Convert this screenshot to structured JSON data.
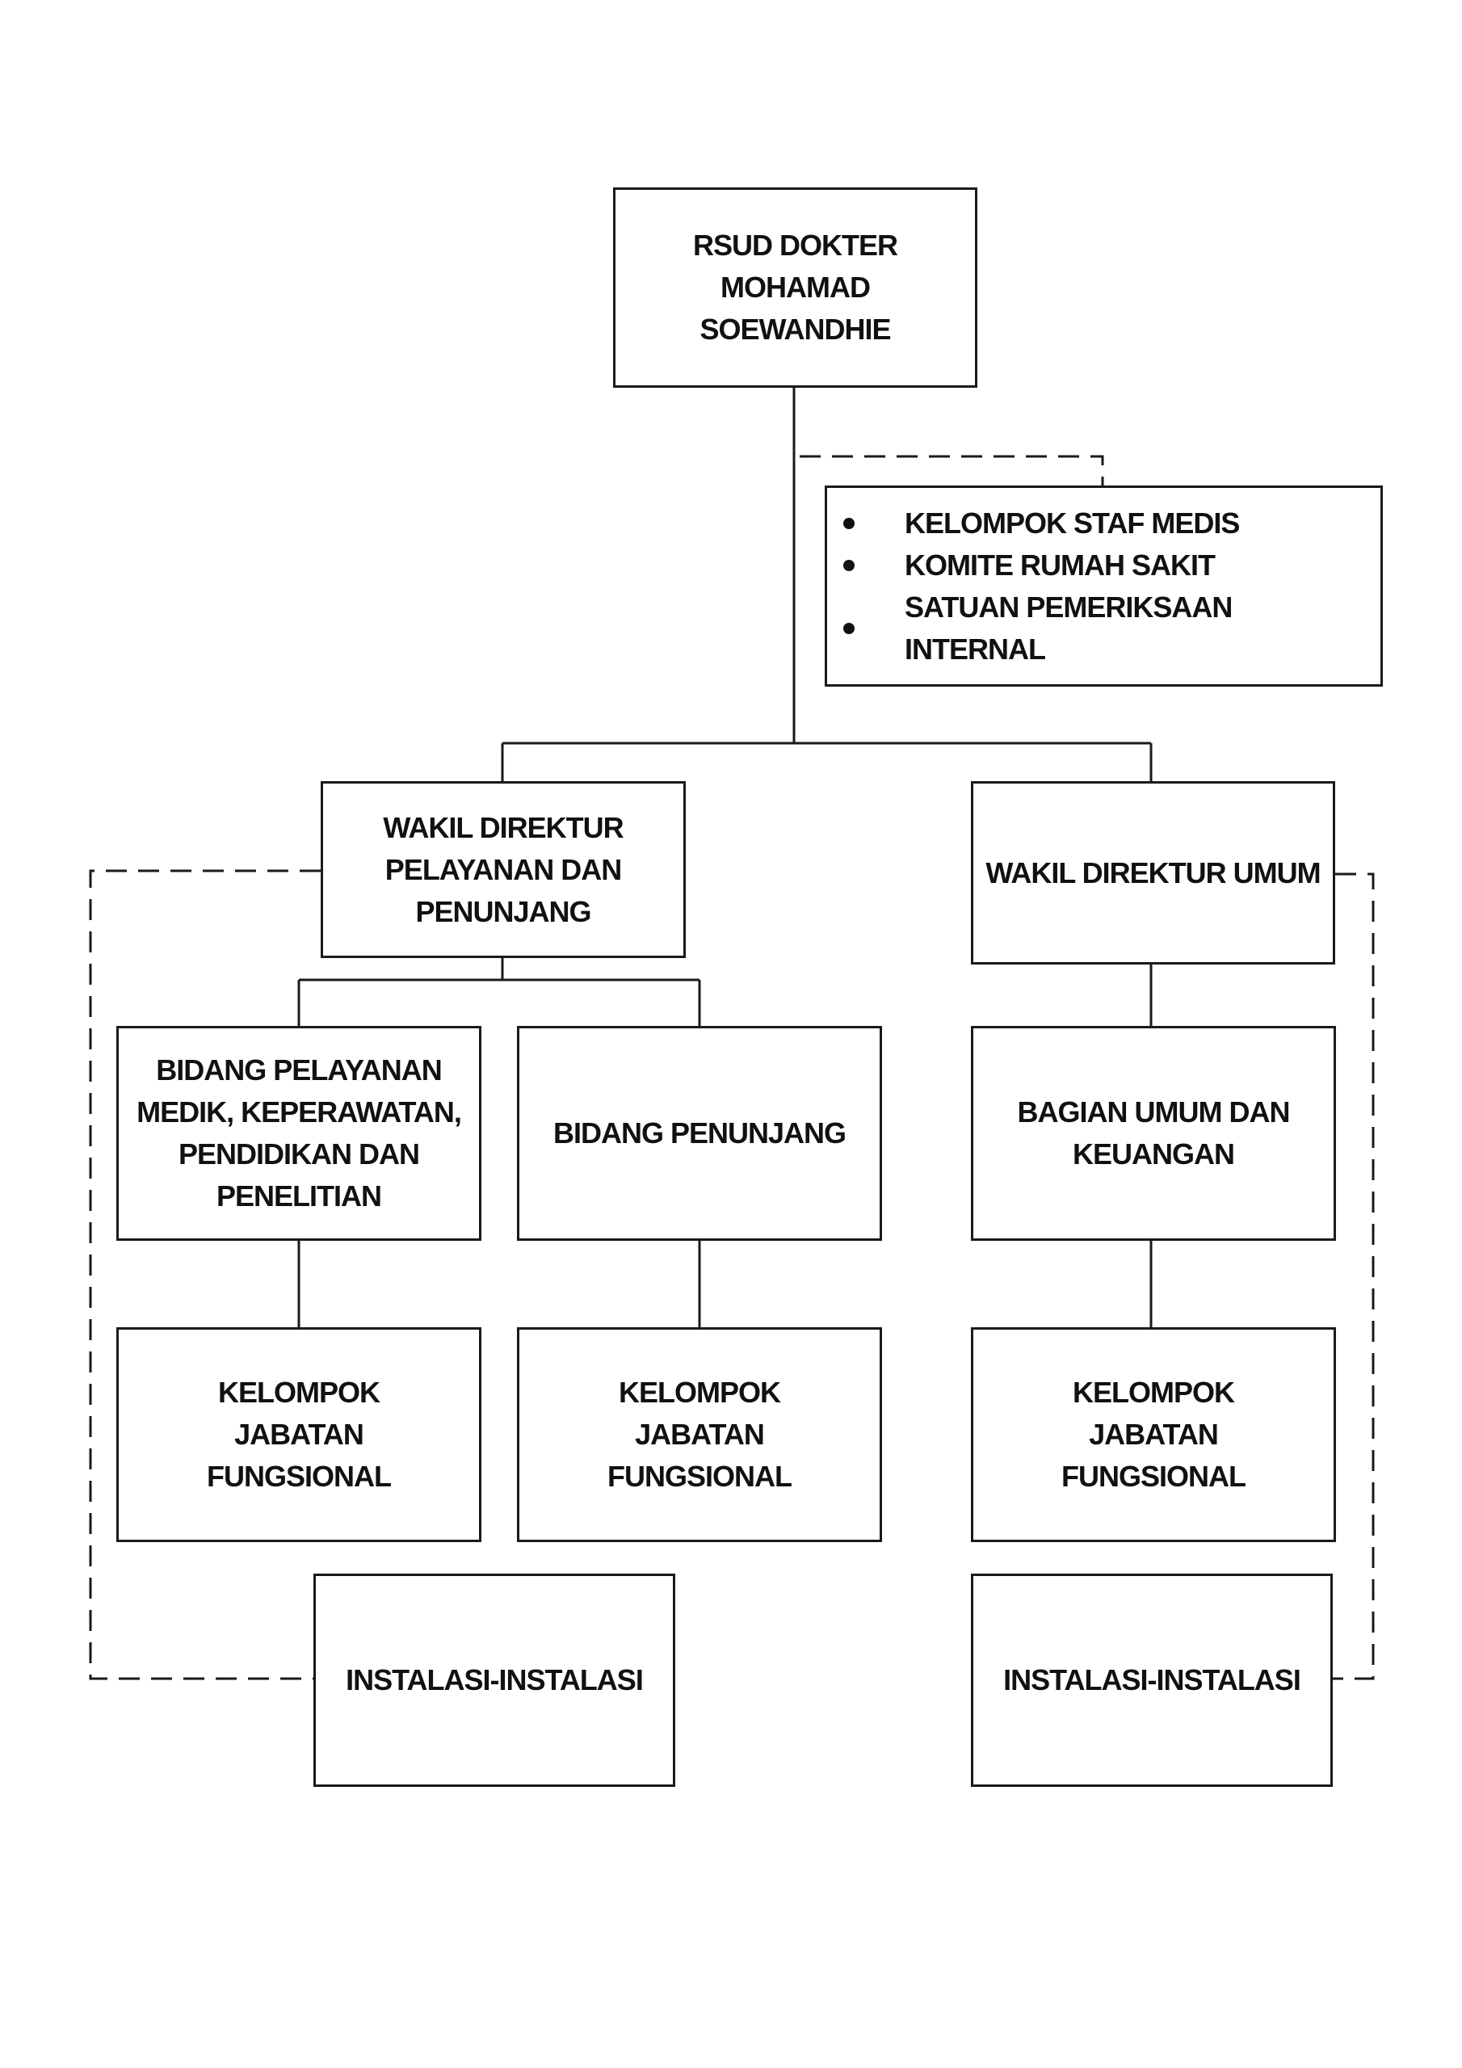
{
  "org_chart": {
    "root": {
      "label": "RSUD DOKTER MOHAMAD SOEWANDHIE"
    },
    "advisory": {
      "items": [
        "KELOMPOK STAF MEDIS",
        "KOMITE RUMAH SAKIT",
        "SATUAN PEMERIKSAAN INTERNAL"
      ]
    },
    "deputy_services": {
      "label": "WAKIL DIREKTUR PELAYANAN DAN PENUNJANG"
    },
    "deputy_general": {
      "label": "WAKIL DIREKTUR UMUM"
    },
    "div_medical": {
      "label": "BIDANG PELAYANAN MEDIK, KEPERAWATAN, PENDIDIKAN DAN PENELITIAN"
    },
    "div_support": {
      "label": "BIDANG PENUNJANG"
    },
    "div_general": {
      "label": "BAGIAN UMUM DAN KEUANGAN"
    },
    "func_group_1": {
      "label": "KELOMPOK JABATAN FUNGSIONAL"
    },
    "func_group_2": {
      "label": "KELOMPOK JABATAN FUNGSIONAL"
    },
    "func_group_3": {
      "label": "KELOMPOK JABATAN FUNGSIONAL"
    },
    "installations_left": {
      "label": "INSTALASI-INSTALASI"
    },
    "installations_right": {
      "label": "INSTALASI-INSTALASI"
    }
  },
  "colors": {
    "line": "#1a1a1a",
    "box_fill": "#ffffff"
  }
}
